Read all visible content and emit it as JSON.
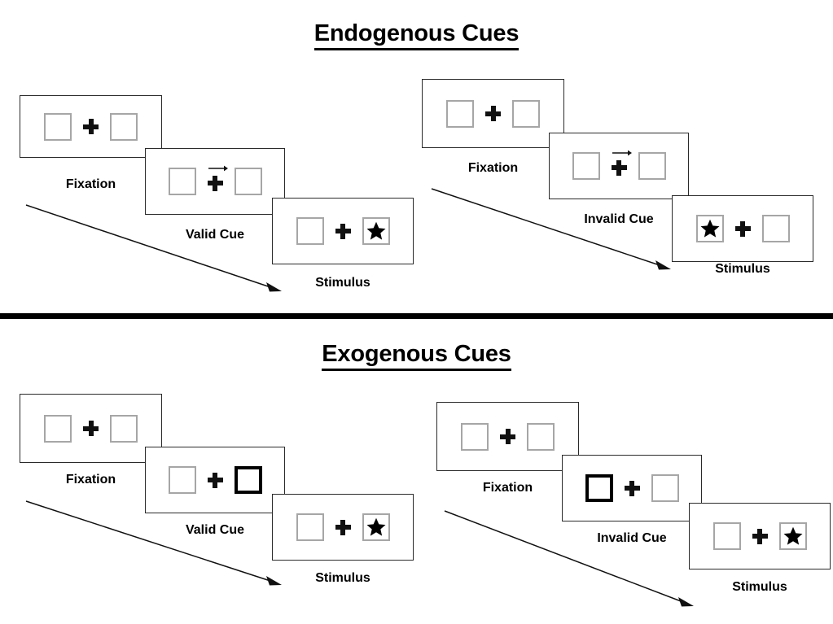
{
  "figure": {
    "sections": [
      {
        "id": "endogenous",
        "title": "Endogenous Cues",
        "sequences": [
          {
            "id": "endogenous-valid",
            "condition": "valid",
            "frames": [
              {
                "caption": "Fixation",
                "left_box": {
                  "content": "empty",
                  "cued": false
                },
                "right_box": {
                  "content": "empty",
                  "cued": false
                },
                "center": "plus"
              },
              {
                "caption": "Valid Cue",
                "left_box": {
                  "content": "empty",
                  "cued": false
                },
                "right_box": {
                  "content": "empty",
                  "cued": false
                },
                "center": "plus-with-right-arrow"
              },
              {
                "caption": "Stimulus",
                "left_box": {
                  "content": "empty",
                  "cued": false
                },
                "right_box": {
                  "content": "star",
                  "cued": false
                },
                "center": "plus"
              }
            ]
          },
          {
            "id": "endogenous-invalid",
            "condition": "invalid",
            "frames": [
              {
                "caption": "Fixation",
                "left_box": {
                  "content": "empty",
                  "cued": false
                },
                "right_box": {
                  "content": "empty",
                  "cued": false
                },
                "center": "plus"
              },
              {
                "caption": "Invalid Cue",
                "left_box": {
                  "content": "empty",
                  "cued": false
                },
                "right_box": {
                  "content": "empty",
                  "cued": false
                },
                "center": "plus-with-right-arrow"
              },
              {
                "caption": "Stimulus",
                "left_box": {
                  "content": "star",
                  "cued": false
                },
                "right_box": {
                  "content": "empty",
                  "cued": false
                },
                "center": "plus"
              }
            ]
          }
        ]
      },
      {
        "id": "exogenous",
        "title": "Exogenous Cues",
        "sequences": [
          {
            "id": "exogenous-valid",
            "condition": "valid",
            "frames": [
              {
                "caption": "Fixation",
                "left_box": {
                  "content": "empty",
                  "cued": false
                },
                "right_box": {
                  "content": "empty",
                  "cued": false
                },
                "center": "plus"
              },
              {
                "caption": "Valid Cue",
                "left_box": {
                  "content": "empty",
                  "cued": false
                },
                "right_box": {
                  "content": "empty",
                  "cued": true
                },
                "center": "plus"
              },
              {
                "caption": "Stimulus",
                "left_box": {
                  "content": "empty",
                  "cued": false
                },
                "right_box": {
                  "content": "star",
                  "cued": false
                },
                "center": "plus"
              }
            ]
          },
          {
            "id": "exogenous-invalid",
            "condition": "invalid",
            "frames": [
              {
                "caption": "Fixation",
                "left_box": {
                  "content": "empty",
                  "cued": false
                },
                "right_box": {
                  "content": "empty",
                  "cued": false
                },
                "center": "plus"
              },
              {
                "caption": "Invalid Cue",
                "left_box": {
                  "content": "empty",
                  "cued": true
                },
                "right_box": {
                  "content": "empty",
                  "cued": false
                },
                "center": "plus"
              },
              {
                "caption": "Stimulus",
                "left_box": {
                  "content": "empty",
                  "cued": false
                },
                "right_box": {
                  "content": "star",
                  "cued": false
                },
                "center": "plus"
              }
            ]
          }
        ]
      }
    ],
    "icons": {
      "fixation_cross": "plus-icon",
      "direction_cue": "right-arrow-icon",
      "target": "star-icon",
      "time_flow": "diagonal-arrow-icon"
    },
    "colors": {
      "ink": "#000000",
      "frame_border": "#2a2a2a",
      "box_border": "#a6a6a6",
      "cued_box_border": "#000000",
      "background": "#ffffff"
    }
  }
}
